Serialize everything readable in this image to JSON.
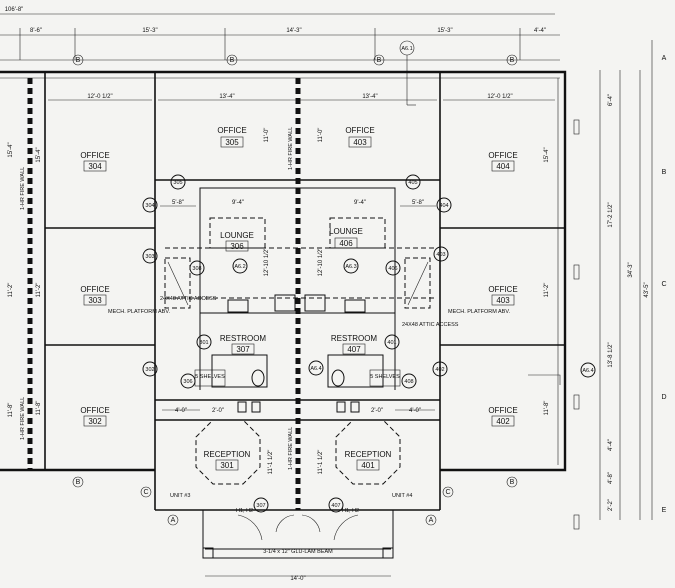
{
  "title": "",
  "dimensions": {
    "top_overall": "106'-8\"",
    "top_segments": [
      "8'-6\"",
      "15'-3\"",
      "14'-3\"",
      "15'-3\"",
      "4'-4\""
    ],
    "left_vertical": [
      "15'-4\"",
      "11'-2\"",
      "11'-8\""
    ],
    "left_inner_vertical": [
      "15'-4\"",
      "11'-2\"",
      "11'-8\""
    ],
    "right_vertical": [
      "15'-4\"",
      "11'-2\"",
      "11'-8\""
    ],
    "right_far": [
      "6'-4\"",
      "17'-2 1/2\"",
      "13'-8 1/2\"",
      "4'-4\"",
      "4'-8\"",
      "2'-2\""
    ],
    "right_overall": [
      "34'-3\"",
      "43'-5\""
    ],
    "room_widths_top": [
      "12'-0 1/2\"",
      "13'-4\"",
      "13'-4\"",
      "12'-0 1/2\""
    ],
    "corridor_vert": [
      "11'-0\"",
      "11'-0\"",
      "12'-10 1/2\"",
      "12'-10 1/2\"",
      "11'-1 1/2\"",
      "11'-1 1/2\""
    ],
    "small": [
      "5'-8\"",
      "9'-4\"",
      "9'-4\"",
      "5'-8\"",
      "4'-0\"",
      "2'-0\"",
      "2'-0\"",
      "4'-0\""
    ],
    "bottom": "14'-0\""
  },
  "grid": {
    "rows": [
      "A",
      "B",
      "C",
      "D",
      "E"
    ],
    "cols_marker": "B",
    "col_marker_c": "C",
    "col_marker_a": "A"
  },
  "rooms": [
    {
      "name": "OFFICE",
      "number": "304"
    },
    {
      "name": "OFFICE",
      "number": "303"
    },
    {
      "name": "OFFICE",
      "number": "302"
    },
    {
      "name": "OFFICE",
      "number": "305"
    },
    {
      "name": "LOUNGE",
      "number": "306"
    },
    {
      "name": "RESTROOM",
      "number": "307"
    },
    {
      "name": "RECEPTION",
      "number": "301"
    },
    {
      "name": "OFFICE",
      "number": "403"
    },
    {
      "name": "LOUNGE",
      "number": "406"
    },
    {
      "name": "RESTROOM",
      "number": "407"
    },
    {
      "name": "RECEPTION",
      "number": "401"
    },
    {
      "name": "OFFICE",
      "number": "404"
    },
    {
      "name": "OFFICE",
      "number": "403"
    },
    {
      "name": "OFFICE",
      "number": "402"
    }
  ],
  "notes": {
    "fire_wall": "1-HR FIRE WALL",
    "mech": "MECH. PLATFORM ABV.",
    "attic": "24X48 ATTIC ACCESS",
    "shelves": "5 SHELVES",
    "beam": "3-1/4 x 12\" GLU-LAM BEAM",
    "unit3": "UNIT #3",
    "unit4": "UNIT #4",
    "h1h2": "H1, H2"
  },
  "tags": [
    "305",
    "304",
    "303",
    "308",
    "301",
    "302",
    "306",
    "405",
    "404",
    "403",
    "408",
    "401",
    "402",
    "406",
    "307",
    "407",
    "A6.1",
    "A6.2",
    "A6.3",
    "A6.4"
  ],
  "colors": {
    "ink": "#111111",
    "paper": "#f4f4f2"
  }
}
